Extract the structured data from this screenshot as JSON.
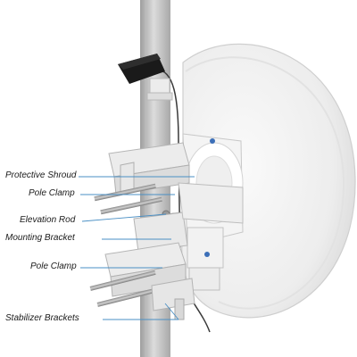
{
  "callouts": {
    "protective_shroud": "Protective Shroud",
    "pole_clamp_upper": "Pole Clamp",
    "elevation_rod": "Elevation Rod",
    "mounting_bracket": "Mounting Bracket",
    "pole_clamp_lower": "Pole Clamp",
    "stabilizer_brackets": "Stabilizer Brackets"
  },
  "colors": {
    "leader_line": "#4a8fc4",
    "pole": "#c4c4c4",
    "dish": "#f2f2f2",
    "bracket": "#e6e6e6",
    "device": "#1a1a1a"
  }
}
